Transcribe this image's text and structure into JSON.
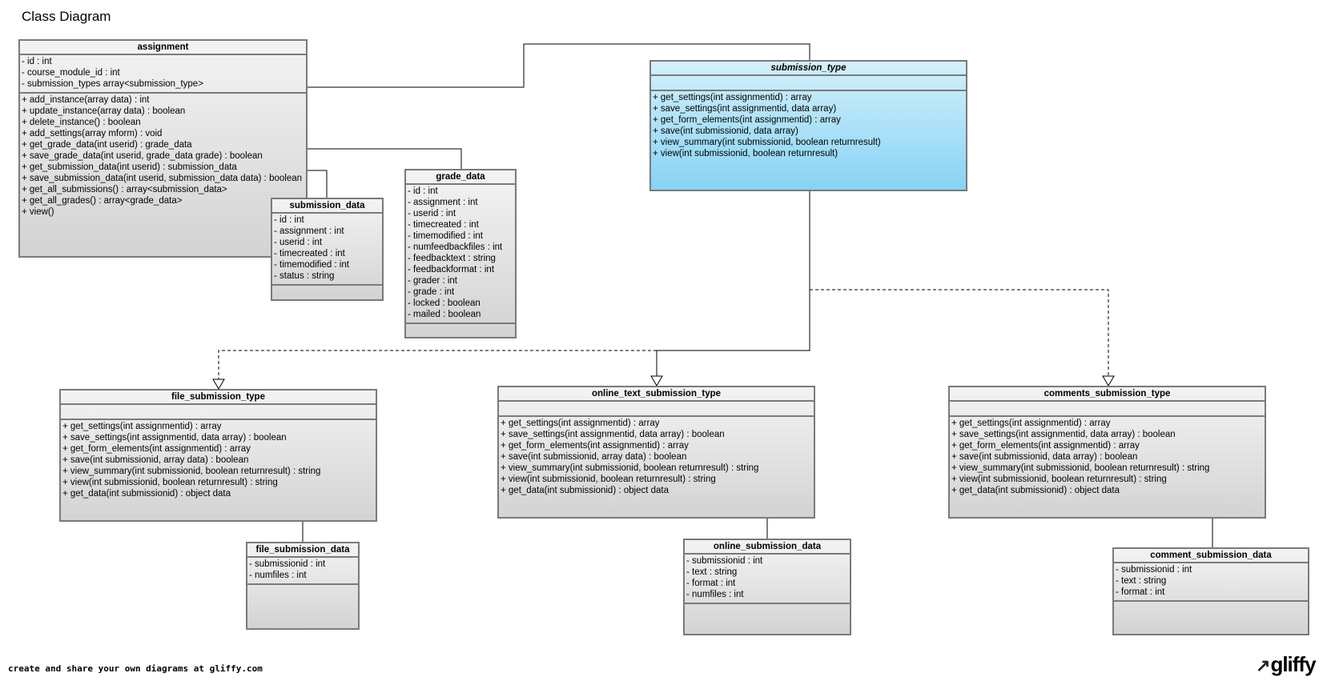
{
  "diagram_title": "Class Diagram",
  "footer_text": "create and share your own diagrams at gliffy.com",
  "logo_text": "gliffy",
  "classes": {
    "assignment": {
      "name": "assignment",
      "attributes": [
        "- id : int",
        "- course_module_id : int",
        "- submission_types array<submission_type>"
      ],
      "operations": [
        "+ add_instance(array data) : int",
        "+ update_instance(array data) : boolean",
        "+ delete_instance() : boolean",
        "+ add_settings(array mform) : void",
        "+ get_grade_data(int userid) : grade_data",
        "+ save_grade_data(int userid, grade_data grade) : boolean",
        "+ get_submission_data(int userid) : submission_data",
        "+ save_submission_data(int userid, submission_data data) : boolean",
        "+ get_all_submissions() : array<submission_data>",
        "+ get_all_grades() : array<grade_data>",
        "+ view()"
      ]
    },
    "submission_data": {
      "name": "submission_data",
      "attributes": [
        "- id : int",
        "- assignment : int",
        "- userid : int",
        "- timecreated : int",
        "- timemodified : int",
        "- status : string"
      ]
    },
    "grade_data": {
      "name": "grade_data",
      "attributes": [
        "- id : int",
        "- assignment : int",
        "- userid : int",
        "- timecreated : int",
        "- timemodified : int",
        "- numfeedbackfiles : int",
        "- feedbacktext : string",
        "- feedbackformat : int",
        "- grader : int",
        "- grade : int",
        "- locked : boolean",
        "- mailed : boolean"
      ]
    },
    "submission_type": {
      "name": "submission_type",
      "operations": [
        "+ get_settings(int assignmentid) : array",
        "+ save_settings(int assignmentid, data array)",
        "+ get_form_elements(int assignmentid) : array",
        "+ save(int submissionid, data array)",
        "+ view_summary(int submissionid, boolean returnresult)",
        "+ view(int submissionid, boolean returnresult)"
      ]
    },
    "file_submission_type": {
      "name": "file_submission_type",
      "operations": [
        "+ get_settings(int assignmentid) : array",
        "+ save_settings(int assignmentid, data array) : boolean",
        "+ get_form_elements(int assignmentid) : array",
        "+ save(int submissionid, array data) : boolean",
        "+ view_summary(int submissionid, boolean returnresult) : string",
        "+ view(int submissionid, boolean returnresult) : string",
        "+ get_data(int submissionid) : object data"
      ]
    },
    "online_text_submission_type": {
      "name": "online_text_submission_type",
      "operations": [
        "+ get_settings(int assignmentid) : array",
        "+ save_settings(int assignmentid, data array) : boolean",
        "+ get_form_elements(int assignmentid) : array",
        "+ save(int submissionid, array data) : boolean",
        "+ view_summary(int submissionid, boolean returnresult) : string",
        "+ view(int submissionid, boolean returnresult) : string",
        "+ get_data(int submissionid) : object data"
      ]
    },
    "comments_submission_type": {
      "name": "comments_submission_type",
      "operations": [
        "+ get_settings(int assignmentid) : array",
        "+ save_settings(int assignmentid, data array) : boolean",
        "+ get_form_elements(int assignmentid) : array",
        "+ save(int submissionid, data array) : boolean",
        "+ view_summary(int submissionid, boolean returnresult) : string",
        "+ view(int submissionid, boolean returnresult) : string",
        "+ get_data(int submissionid) : object data"
      ]
    },
    "file_submission_data": {
      "name": "file_submission_data",
      "attributes": [
        "- submissionid : int",
        "- numfiles : int"
      ]
    },
    "online_submission_data": {
      "name": "online_submission_data",
      "attributes": [
        "- submissionid : int",
        "- text : string",
        "- format : int",
        "- numfiles : int"
      ]
    },
    "comment_submission_data": {
      "name": "comment_submission_data",
      "attributes": [
        "- submissionid : int",
        "- text : string",
        "- format : int"
      ]
    }
  }
}
